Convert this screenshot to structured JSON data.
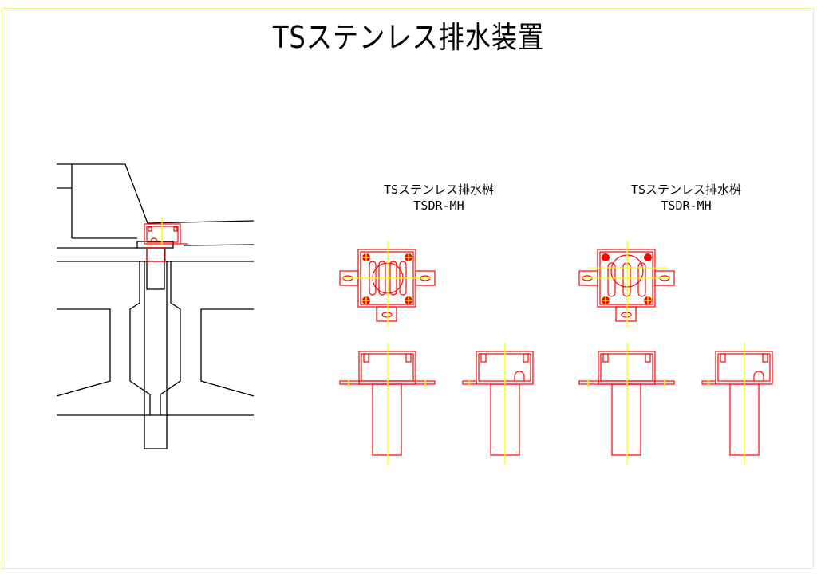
{
  "drawing": {
    "title": "TSステンレス排水装置",
    "units": [
      {
        "name": "TSステンレス排水桝",
        "model": "TSDR-MH"
      },
      {
        "name": "TSステンレス排水桝",
        "model": "TSDR-MH"
      }
    ]
  },
  "colors": {
    "outline": "#000000",
    "part": "#ff0000",
    "centerline": "#ffff00"
  }
}
